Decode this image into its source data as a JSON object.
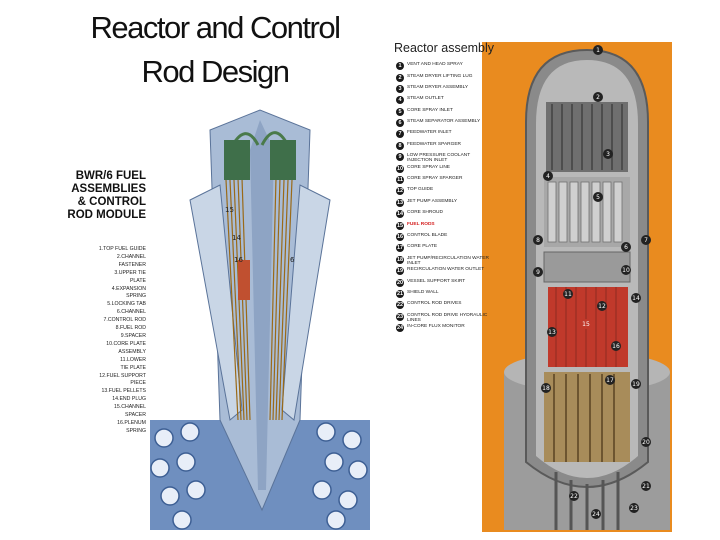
{
  "slide": {
    "title_line1": "Reactor and Control",
    "title_line2": "Rod Design"
  },
  "left_figure": {
    "heading": [
      "BWR/6  FUEL",
      "ASSEMBLIES",
      "& CONTROL",
      "ROD MODULE"
    ],
    "parts": [
      "1.TOP FUEL GUIDE",
      "2.CHANNEL",
      "FASTENER",
      "3.UPPER TIE",
      "PLATE",
      "4.EXPANSION",
      "SPRING",
      "5.LOCKING TAB",
      "6.CHANNEL",
      "7.CONTROL ROD",
      "8.FUEL ROD",
      "9.SPACER",
      "10.CORE PLATE",
      "ASSEMBLY",
      "11.LOWER",
      "TIE PLATE",
      "12.FUEL SUPPORT",
      "PIECE",
      "13.FUEL PELLETS",
      "14.END PLUG",
      "15.CHANNEL",
      "SPACER",
      "16.PLENUM",
      "SPRING"
    ],
    "callouts": [
      "15",
      "14",
      "6",
      "16"
    ]
  },
  "right_figure": {
    "title": "Reactor assembly",
    "legend": [
      {
        "n": "1",
        "label": "VENT AND HEAD SPRAY"
      },
      {
        "n": "2",
        "label": "STEAM DRYER LIFTING LUG"
      },
      {
        "n": "3",
        "label": "STEAM DRYER ASSEMBLY"
      },
      {
        "n": "4",
        "label": "STEAM OUTLET"
      },
      {
        "n": "5",
        "label": "CORE SPRAY INLET"
      },
      {
        "n": "6",
        "label": "STEAM SEPARATOR ASSEMBLY"
      },
      {
        "n": "7",
        "label": "FEEDWATER INLET"
      },
      {
        "n": "8",
        "label": "FEEDWATER SPARGER"
      },
      {
        "n": "9",
        "label": "LOW PRESSURE COOLANT INJECTION INLET"
      },
      {
        "n": "10",
        "label": "CORE SPRAY LINE"
      },
      {
        "n": "11",
        "label": "CORE SPRAY SPARGER"
      },
      {
        "n": "12",
        "label": "TOP GUIDE"
      },
      {
        "n": "13",
        "label": "JET PUMP ASSEMBLY"
      },
      {
        "n": "14",
        "label": "CORE SHROUD"
      },
      {
        "n": "15",
        "label": "FUEL RODS",
        "highlight": true
      },
      {
        "n": "16",
        "label": "CONTROL BLADE"
      },
      {
        "n": "17",
        "label": "CORE PLATE"
      },
      {
        "n": "18",
        "label": "JET PUMP/RECIRCULATION WATER INLET"
      },
      {
        "n": "19",
        "label": "RECIRCULATION WATER OUTLET"
      },
      {
        "n": "20",
        "label": "VESSEL SUPPORT SKIRT"
      },
      {
        "n": "21",
        "label": "SHIELD WALL"
      },
      {
        "n": "22",
        "label": "CONTROL ROD DRIVES"
      },
      {
        "n": "23",
        "label": "CONTROL ROD DRIVE HYDRAULIC LINES"
      },
      {
        "n": "24",
        "label": "IN-CORE FLUX MONITOR"
      }
    ],
    "callouts": [
      "1",
      "2",
      "3",
      "4",
      "5",
      "6",
      "7",
      "8",
      "9",
      "10",
      "11",
      "12",
      "13",
      "14",
      "15",
      "16",
      "17",
      "18",
      "19",
      "20",
      "21",
      "22",
      "23",
      "24"
    ],
    "colors": {
      "background": "#e98b1f",
      "vessel": "#8a8a8a",
      "fuel": "#c0392b"
    }
  }
}
